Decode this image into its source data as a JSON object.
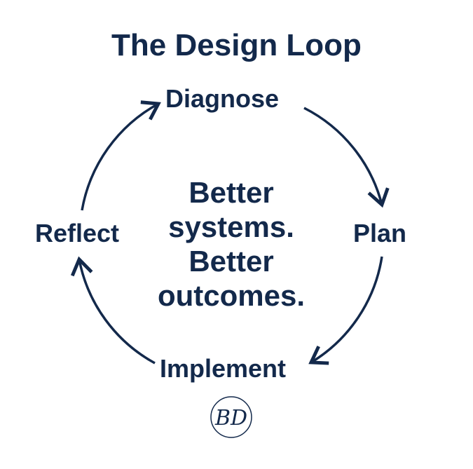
{
  "title": "The Design Loop",
  "stages": [
    "Diagnose",
    "Plan",
    "Implement",
    "Reflect"
  ],
  "center_text": [
    "Better",
    "systems.",
    "Better",
    "outcomes."
  ],
  "logo": "BD",
  "colors": {
    "primary": "#13294b",
    "background": "#ffffff"
  }
}
